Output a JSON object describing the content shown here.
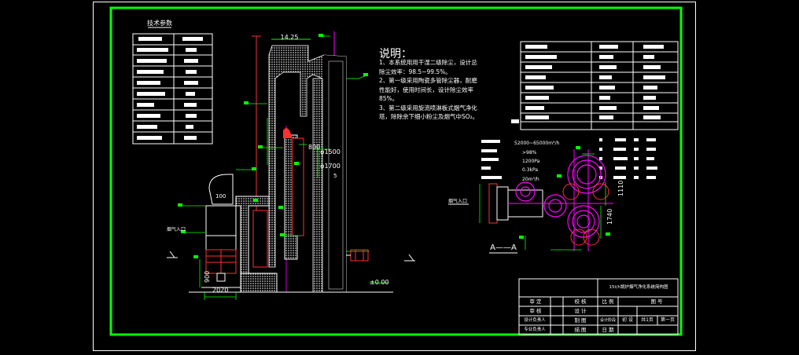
{
  "drawing": {
    "colors": {
      "border": "#00ff00",
      "outer_frame": "#ffffff",
      "lines": "#ffffff",
      "dims": "#00ff00",
      "red": "#ff3030",
      "magenta": "#ff00ff",
      "cyan": "#00ffff",
      "yellow": "#ffff00"
    }
  },
  "tech_params": {
    "title": "技术参数"
  },
  "notes": {
    "title": "说明：",
    "lines": [
      "1、本系统用用干湿二级除尘，设计总",
      "除尘效率：98.5~99.5%。",
      "2、第一级采用陶瓷多管除尘器，耐磨",
      "性能好，使用时间长，设计除尘效率",
      "85%。",
      "3、第二级采用旋流喷淋板式烟气净化",
      "塔，除除余下细小粉尘及烟气中SO₂。"
    ]
  },
  "elevation": {
    "dim_top": "14.25",
    "dim_phi_upper": "φ1500",
    "dim_phi_lower": "φ1700",
    "dim_5": "5",
    "dim_800": "800",
    "dim_100": "100",
    "dim_2020": "2020",
    "dim_900": "900",
    "dim_zero": "±0.00",
    "inlet_label": "烟气入口"
  },
  "section": {
    "label": "A——A",
    "inlet_label": "烟气入口",
    "dim_1110": "1110",
    "dim_1740": "1740",
    "params": [
      {
        "value": "52000~65000m³/h"
      },
      {
        "value": ">98%"
      },
      {
        "value": "1200Pa"
      },
      {
        "value": "0.3kPa"
      },
      {
        "value": "20m³/h"
      }
    ]
  },
  "title_block": {
    "drawing_title": "15t/h锅炉烟气净化系统简构图",
    "rows": [
      [
        "审 定",
        "",
        "校 核",
        "比 例",
        "",
        "图 号",
        ""
      ],
      [
        "审 核",
        "",
        "设 计",
        "",
        "",
        "",
        ""
      ],
      [
        "设计负责人",
        "",
        "制 图",
        "设计阶段",
        "初 设",
        "共1页",
        "第一页"
      ],
      [
        "专业负责人",
        "",
        "描 图",
        "日 期",
        "",
        "",
        ""
      ]
    ]
  }
}
